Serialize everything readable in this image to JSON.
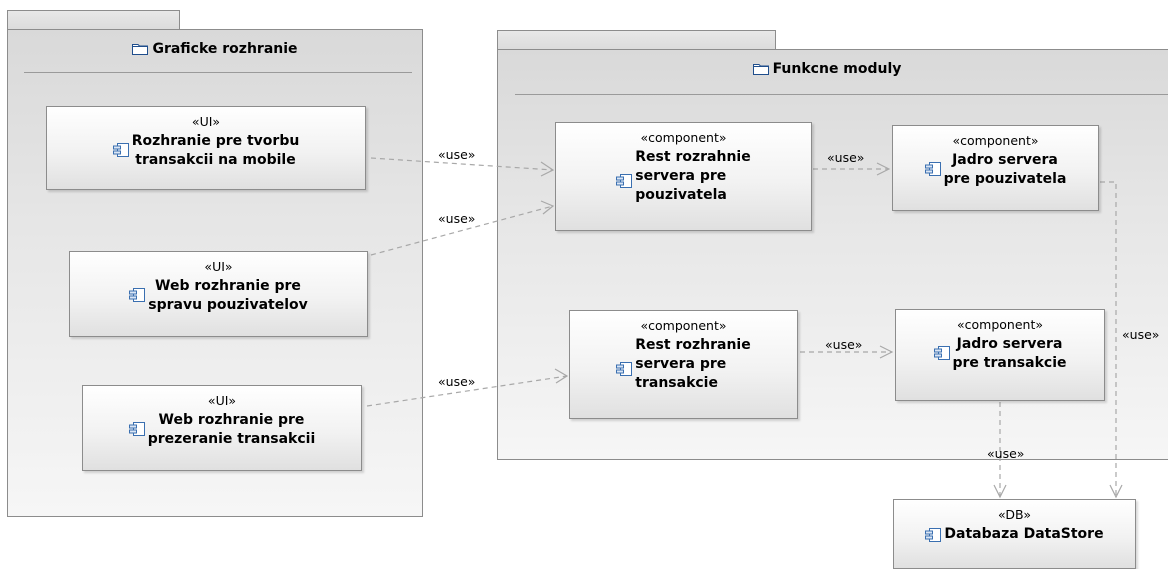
{
  "packages": {
    "left": {
      "title": "Graficke rozhranie",
      "icon": "folder-icon"
    },
    "right": {
      "title": "Funkcne moduly",
      "icon": "folder-icon"
    }
  },
  "nodes": {
    "ui_mobile": {
      "stereotype": "«UI»",
      "name": [
        "Rozhranie pre tvorbu",
        "transakcii na mobile"
      ]
    },
    "ui_web_users": {
      "stereotype": "«UI»",
      "name": [
        "Web rozhranie pre",
        "spravu pouzivatelov"
      ]
    },
    "ui_web_tx": {
      "stereotype": "«UI»",
      "name": [
        "Web rozhranie pre",
        "prezeranie transakcii"
      ]
    },
    "rest_users": {
      "stereotype": "«component»",
      "name": [
        "Rest rozrahnie",
        "servera pre",
        "pouzivatela"
      ]
    },
    "core_users": {
      "stereotype": "«component»",
      "name": [
        "Jadro servera",
        "pre pouzivatela"
      ]
    },
    "rest_tx": {
      "stereotype": "«component»",
      "name": [
        "Rest rozhranie",
        "servera pre",
        "transakcie"
      ]
    },
    "core_tx": {
      "stereotype": "«component»",
      "name": [
        "Jadro servera",
        "pre transakcie"
      ]
    },
    "db": {
      "stereotype": "«DB»",
      "name": [
        "Databaza DataStore"
      ]
    }
  },
  "edge_labels": {
    "mobile_to_rest_users": "«use»",
    "web_users_to_rest_users": "«use»",
    "web_tx_to_rest_tx": "«use»",
    "rest_users_to_core_users": "«use»",
    "rest_tx_to_core_tx": "«use»",
    "core_tx_to_db": "«use»",
    "core_users_to_db": "«use»"
  },
  "colors": {
    "border": "#8c8c8c",
    "edge": "#a8a8a8",
    "icon_blue": "#3a6fb0"
  }
}
